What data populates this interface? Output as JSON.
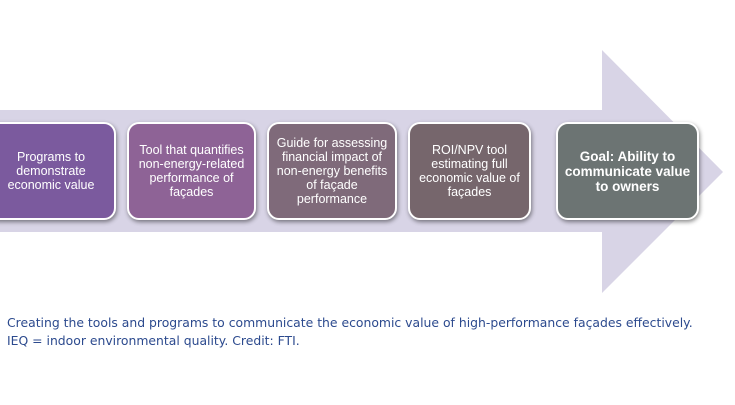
{
  "diagram": {
    "arrow_color": "#d8d4e6",
    "steps": [
      {
        "label": "Programs to demonstrate economic value",
        "color": "#7b5a9e"
      },
      {
        "label": "Tool that quantifies non-energy-related performance of façades",
        "color": "#8e6396"
      },
      {
        "label": "Guide for assessing financial impact of non-energy benefits of façade performance",
        "color": "#7f6a7a"
      },
      {
        "label": "ROI/NPV tool estimating full economic value of façades",
        "color": "#76666c"
      }
    ],
    "goal": {
      "label": "Goal: Ability to communicate value to owners",
      "color": "#6c7473"
    }
  },
  "caption": "Creating the tools and programs to communicate the economic value of high-performance façades effectively. IEQ = indoor environmental quality. Credit: FTI."
}
